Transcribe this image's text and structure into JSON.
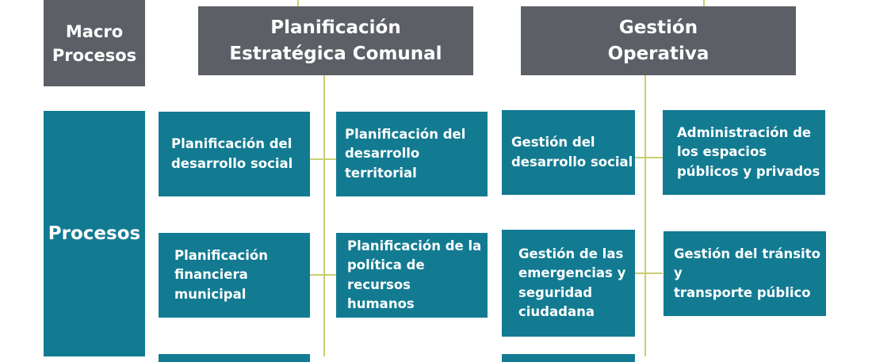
{
  "labels": {
    "macro": "Macro\nProcesos",
    "procesos": "Procesos"
  },
  "macro_processes": [
    {
      "title": "Planificación\nEstratégica Comunal"
    },
    {
      "title": "Gestión\nOperativa"
    }
  ],
  "processes": {
    "planificacion": [
      "Planificación del\ndesarrollo social",
      "Planificación del\ndesarrollo\nterritorial",
      "Planificación\nfinanciera\nmunicipal",
      "Planificación de la\npolítica de recursos\nhumanos"
    ],
    "gestion": [
      "Gestión del\ndesarrollo social",
      "Administración de\nlos espacios\npúblicos y privados",
      "Gestión de las\nemergencias y\nseguridad\nciudadana",
      "Gestión del tránsito y\ntransporte público"
    ]
  },
  "colors": {
    "macro_box": "#5c5f66",
    "process_box": "#127b92",
    "connector": "#c8cf72"
  }
}
